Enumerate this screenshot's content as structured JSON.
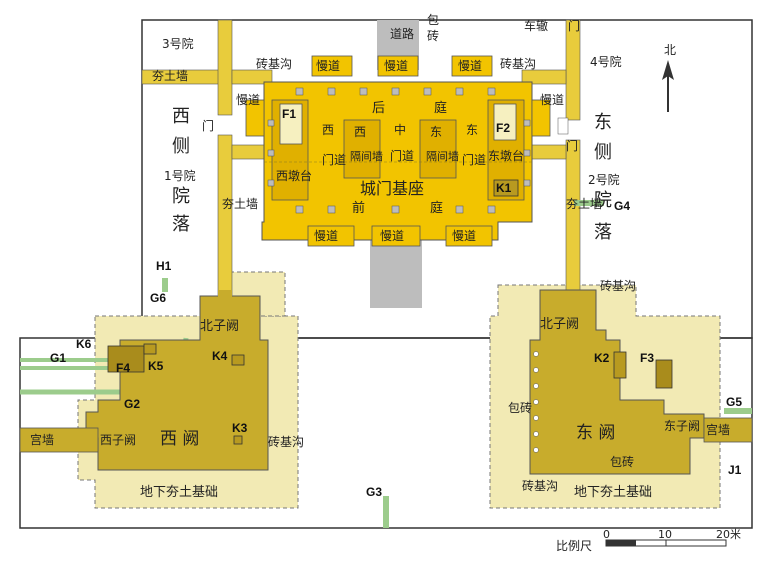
{
  "colors": {
    "foundation": "#f2c400",
    "foundation_dark": "#e0b000",
    "rammed": "#e8cc3c",
    "que": "#c8ac2c",
    "underground": "#f2eab4",
    "road": "#bdbdbd",
    "pipe": "#9ccc8c",
    "outline": "#333333",
    "bg": "#ffffff"
  },
  "labels": {
    "road": "道路",
    "bao": "包",
    "zhuan": "砖",
    "chezhe": "车辙",
    "men": "门",
    "north": "北",
    "courtyard3": "3号院",
    "courtyard4": "4号院",
    "hangtuqiang": "夯土墙",
    "zhuanjigou": "砖基沟",
    "mandao": "慢道",
    "west_side": "西",
    "side": "侧",
    "yuan": "院",
    "luo": "落",
    "courtyard1": "1号院",
    "east_side": "东",
    "courtyard2": "2号院",
    "hou": "后",
    "ting": "庭",
    "qian": "前",
    "xi": "西",
    "dong": "东",
    "mendao": "门道",
    "gejianqiang": "隔间墙",
    "zhong": "中",
    "west_dun": "西墩台",
    "east_dun": "东墩台",
    "base": "城门基座",
    "beiziq": "北子阙",
    "west_que": "西 阙",
    "east_que": "东 阙",
    "xiziq": "西子阙",
    "dongziq": "东子阙",
    "gongqiang": "宫墙",
    "baozhuan": "包砖",
    "underground": "地下夯土基础",
    "scale_title": "比例尺",
    "scale_0": "0",
    "scale_10": "10",
    "scale_20": "20米"
  },
  "codes": {
    "F1": "F1",
    "F2": "F2",
    "F3": "F3",
    "F4": "F4",
    "K1": "K1",
    "K2": "K2",
    "K3": "K3",
    "K4": "K4",
    "K5": "K5",
    "K6": "K6",
    "G1": "G1",
    "G2": "G2",
    "G3": "G3",
    "G4": "G4",
    "G5": "G5",
    "G6": "G6",
    "H1": "H1",
    "J1": "J1"
  }
}
